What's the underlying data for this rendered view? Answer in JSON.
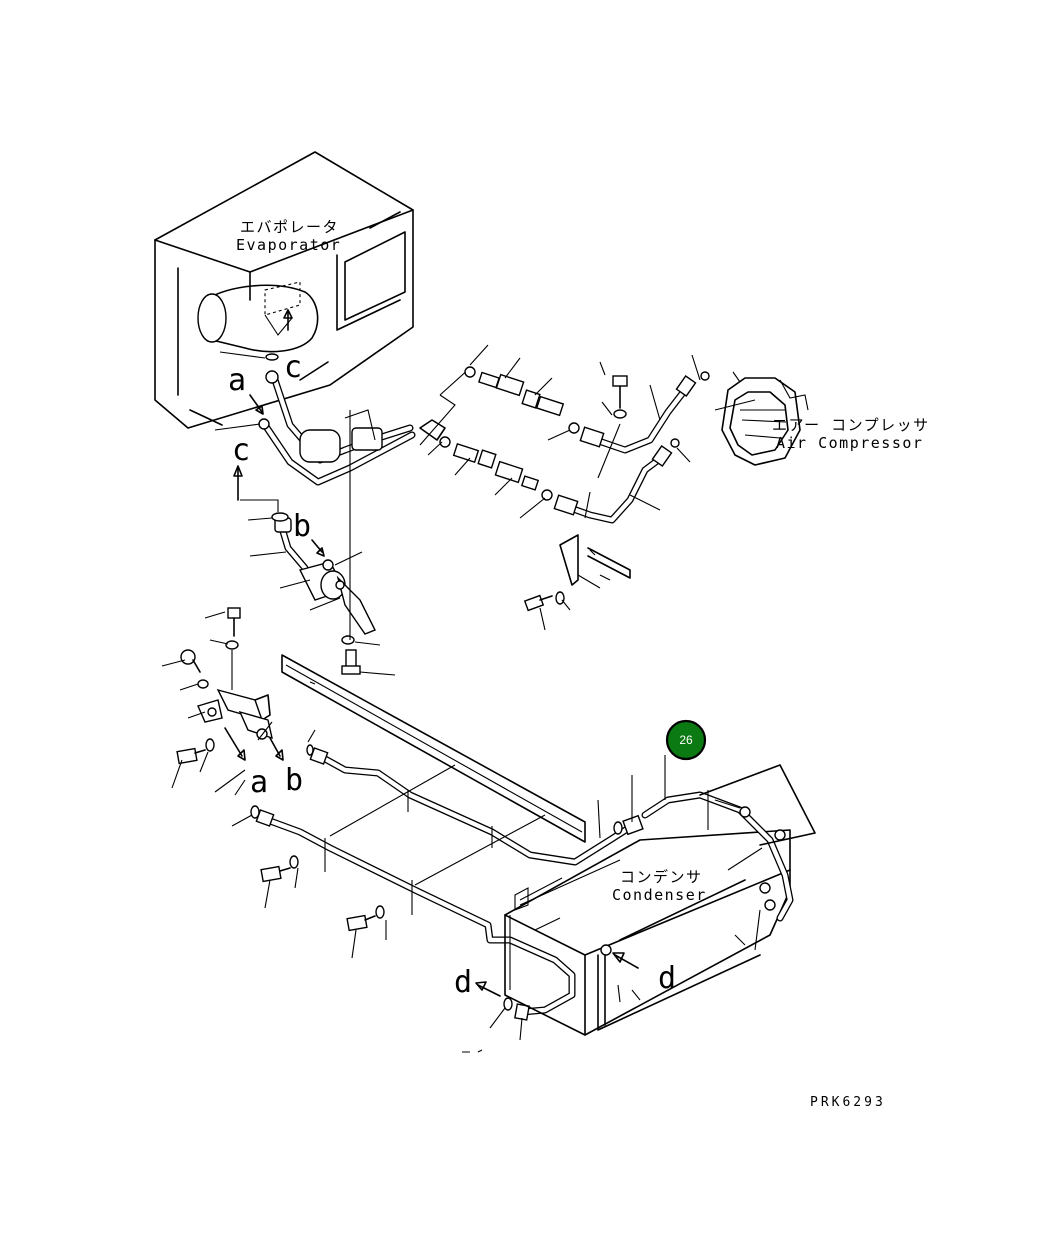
{
  "labels": {
    "evaporator_jp": "エバポレータ",
    "evaporator_en": "Evaporator",
    "compressor_jp": "エアー コンプレッサ",
    "compressor_en": "Air Compressor",
    "condenser_jp": "コンデンサ",
    "condenser_en": "Condenser",
    "drawing_code": "PRK6293"
  },
  "reference_letters": {
    "a1": "a",
    "c1": "c",
    "c2": "c",
    "b1": "b",
    "a2": "a",
    "b2": "b",
    "d1": "d",
    "d2": "d"
  },
  "callouts": [
    {
      "number": "26",
      "color": "#0b7a12",
      "border": "#000000"
    }
  ],
  "colors": {
    "line": "#000000",
    "background": "#ffffff"
  }
}
